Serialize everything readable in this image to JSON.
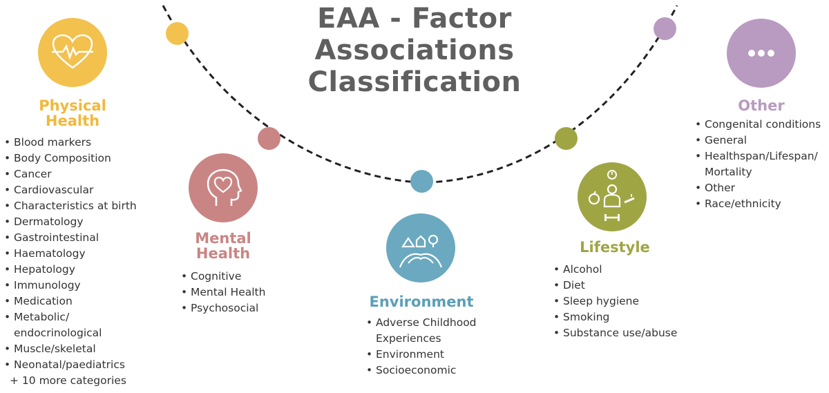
{
  "title": {
    "line1": "EAA - Factor",
    "line2": "Associations",
    "line3": "Classification"
  },
  "categories": {
    "physical": {
      "heading_line1": "Physical",
      "heading_line2": "Health",
      "color": "#f2c14e",
      "icon": "heart-pulse-icon",
      "items": [
        "Blood markers",
        "Body Composition",
        "Cancer",
        "Cardiovascular",
        "Characteristics at birth",
        "Dermatology",
        "Gastrointestinal",
        "Haematology",
        "Hepatology",
        "Immunology",
        "Medication",
        "Metabolic/",
        "endocrinological",
        "Muscle/skeletal",
        "Neonatal/paediatrics"
      ],
      "more": "+ 10 more categories"
    },
    "mental": {
      "heading_line1": "Mental",
      "heading_line2": "Health",
      "color": "#c98584",
      "icon": "head-heart-icon",
      "items": [
        "Cognitive",
        "Mental Health",
        "Psychosocial"
      ]
    },
    "environment": {
      "heading": "Environment",
      "color": "#6aa9bf",
      "icon": "environment-icon",
      "items": [
        "Adverse Childhood",
        "Experiences",
        "Environment",
        "Socioeconomic"
      ]
    },
    "lifestyle": {
      "heading": "Lifestyle",
      "color": "#a0a544",
      "icon": "lifestyle-icon",
      "items": [
        "Alcohol",
        "Diet",
        "Sleep hygiene",
        "Smoking",
        "Substance use/abuse"
      ]
    },
    "other": {
      "heading": "Other",
      "color": "#b99ac0",
      "icon": "ellipsis-icon",
      "items": [
        "Congenital conditions",
        "General",
        "Healthspan/Lifespan/",
        "Mortality",
        "Other",
        "Race/ethnicity"
      ]
    }
  }
}
